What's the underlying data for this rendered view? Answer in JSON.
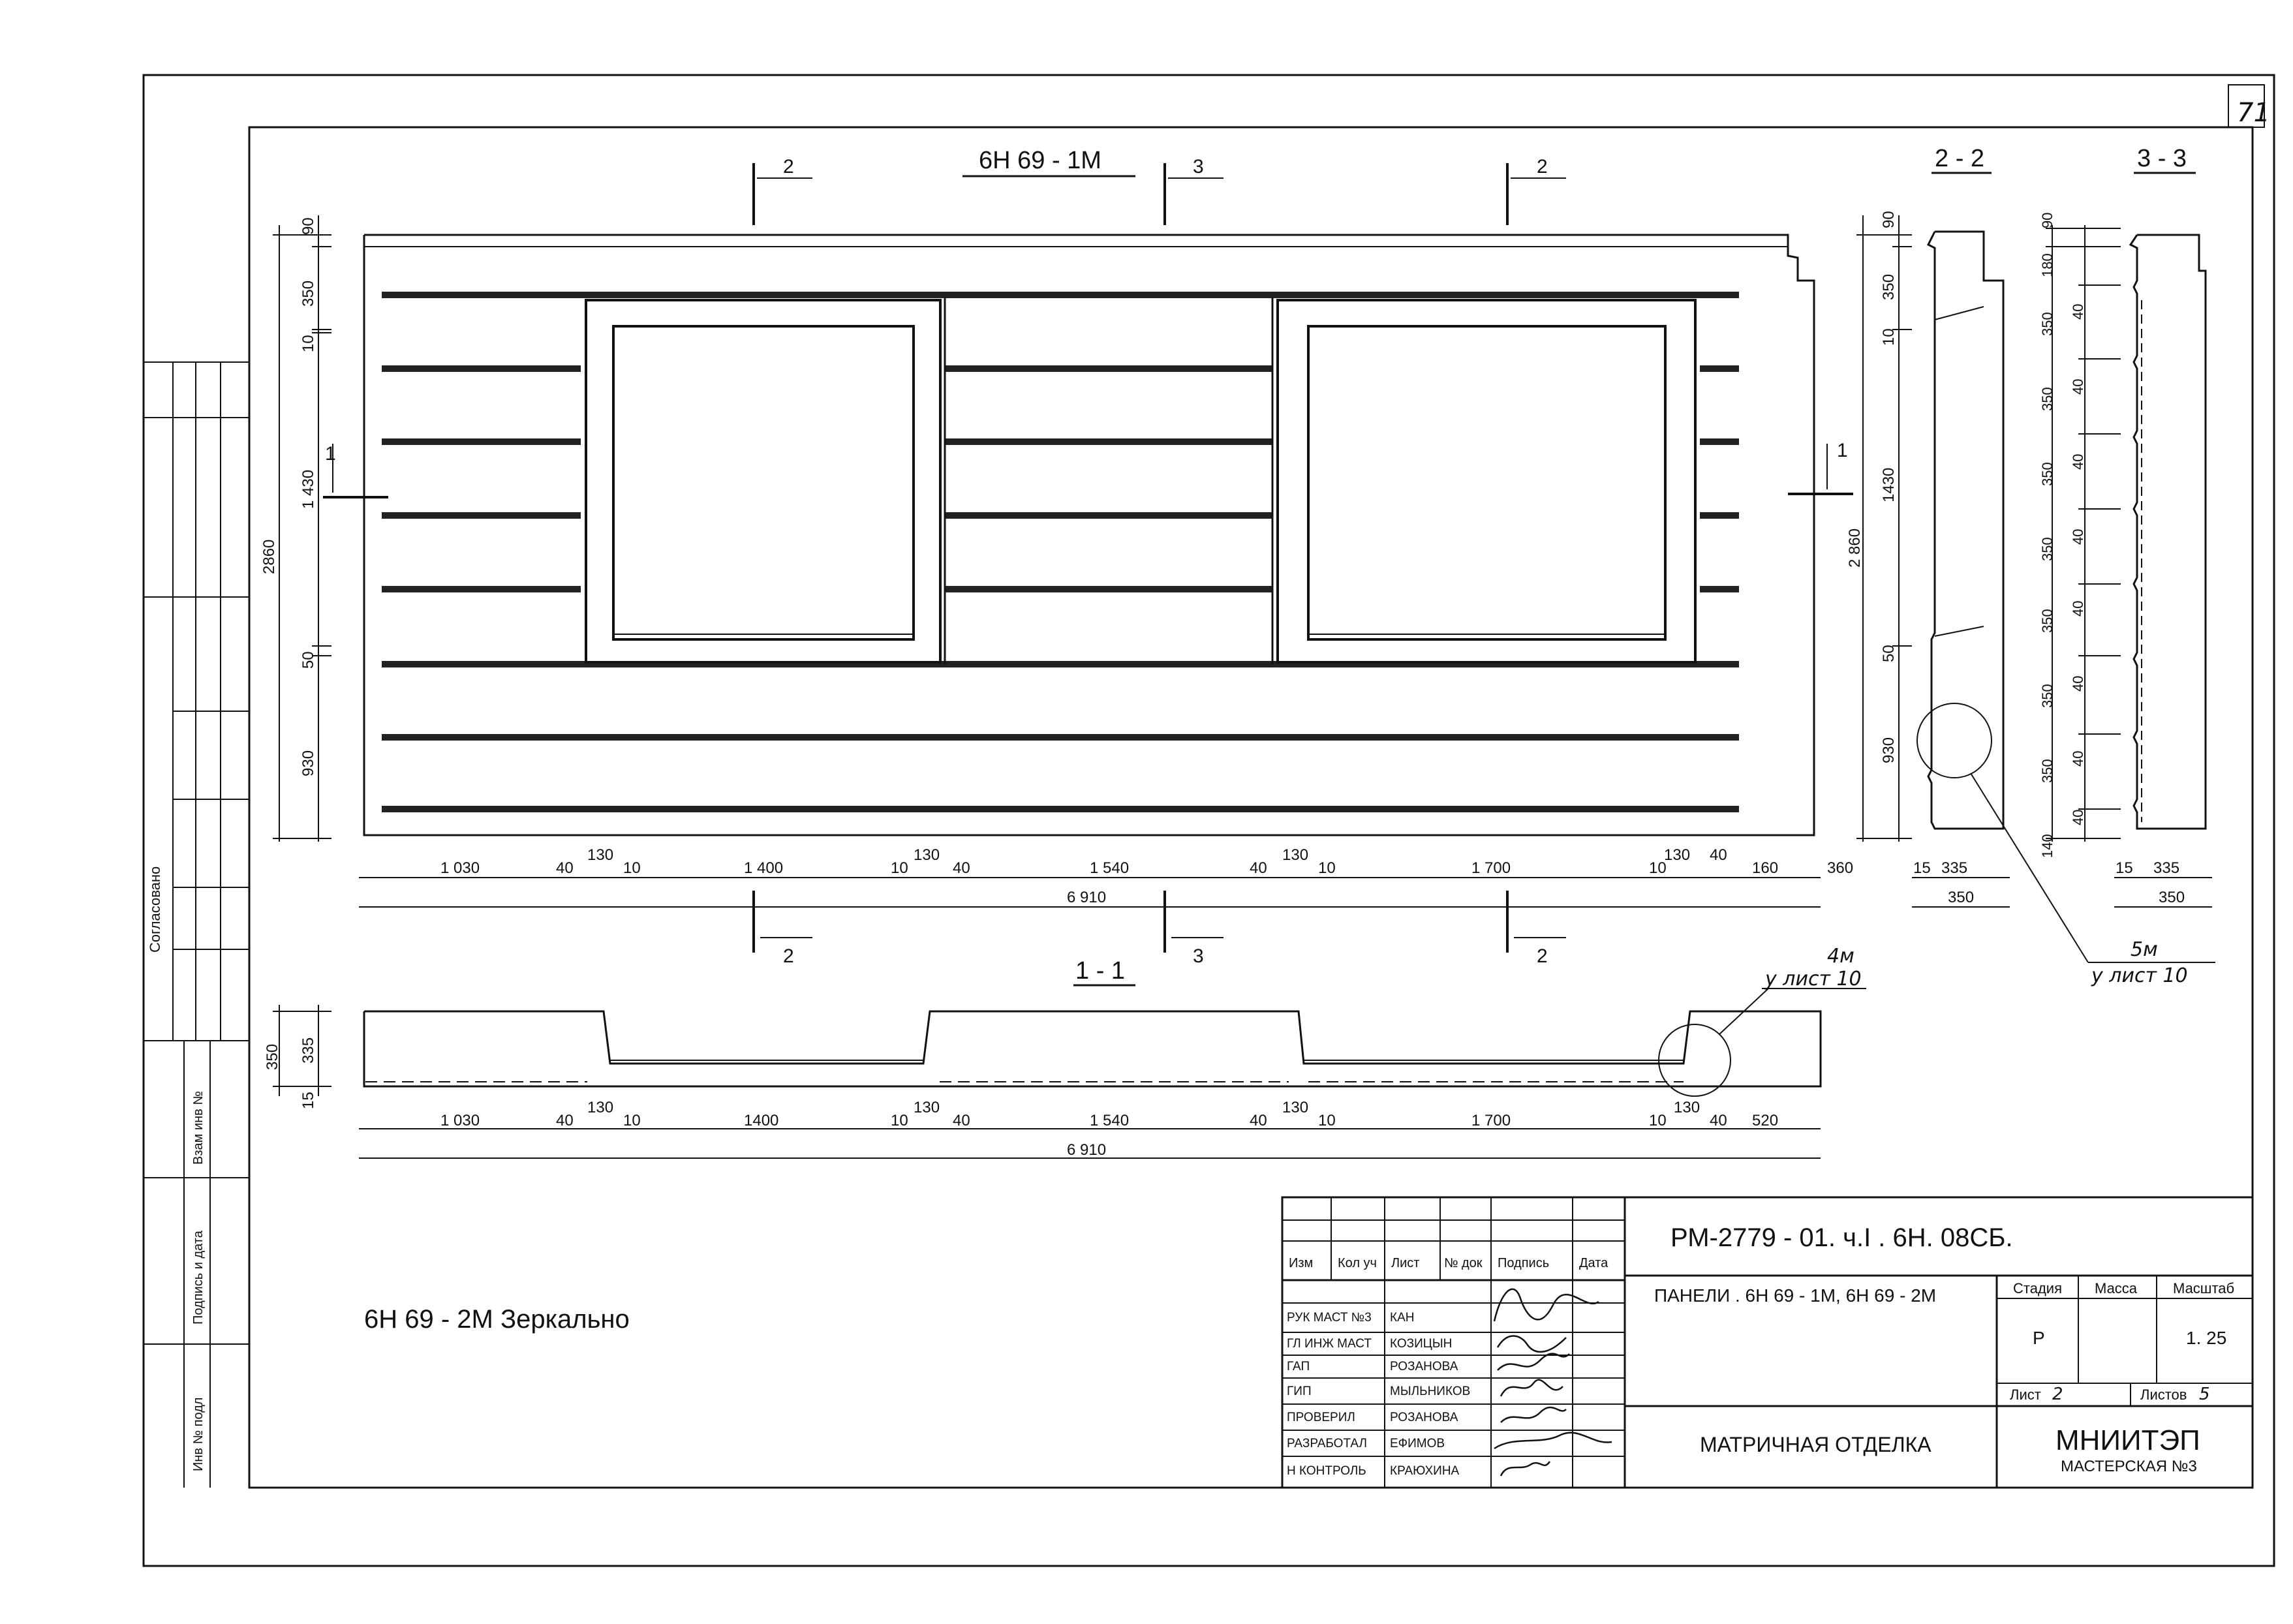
{
  "sheet_corner": "71",
  "main_view": {
    "title": "6Н 69 - 1М",
    "mirror_note": "6Н 69 - 2М  Зеркально"
  },
  "section_marks": {
    "s1": "1",
    "s2": "2",
    "s3": "3"
  },
  "section_titles": {
    "s11": "1 - 1",
    "s22": "2 - 2",
    "s33": "3 - 3"
  },
  "left_dims": {
    "d90": "90",
    "d350": "350",
    "d10": "10",
    "d1430": "1 430",
    "d50": "50",
    "d930": "930",
    "total": "2860"
  },
  "bottom_dims": {
    "row1": [
      "1 030",
      "40",
      "130",
      "10",
      "1 400",
      "10",
      "130",
      "40",
      "1 540",
      "40",
      "130",
      "10",
      "1 700",
      "10",
      "130",
      "40",
      "160",
      "360"
    ],
    "total": "6 910"
  },
  "section11": {
    "left_dims": {
      "d350": "350",
      "d335": "335",
      "d15": "15"
    },
    "row": [
      "1 030",
      "40",
      "130",
      "10",
      "1400",
      "10",
      "130",
      "40",
      "1 540",
      "40",
      "130",
      "10",
      "1 700",
      "10",
      "130",
      "40",
      "520"
    ],
    "total": "6 910",
    "callout": {
      "mark": "4м",
      "sheet": "у лист 10"
    }
  },
  "section22": {
    "dims": {
      "d90": "90",
      "d350": "350",
      "d10": "10",
      "d1430": "1430",
      "d50": "50",
      "d930": "930",
      "total": "2 860"
    },
    "bottom": {
      "d15": "15",
      "d335": "335",
      "d350": "350"
    },
    "callout": {
      "mark": "5м",
      "sheet": "у лист 10"
    }
  },
  "section33": {
    "dims": {
      "d90": "90",
      "d180": "180",
      "d350": "350",
      "d40": "40",
      "d140": "140"
    },
    "bottom": {
      "d15": "15",
      "d335": "335",
      "d350": "350"
    }
  },
  "left_strip": {
    "approved": "Согласовано",
    "inv_replace": "Взам инв №",
    "sign_date": "Подпись и дата",
    "inv_orig": "Инв № подл"
  },
  "title_block": {
    "code": "РМ-2779 - 01. ч.I . 6Н. 08СБ.",
    "headers": [
      "Изм",
      "Кол уч",
      "Лист",
      "№ док",
      "Подпись",
      "Дата"
    ],
    "roles": [
      {
        "role": "РУК МАСТ №3",
        "name": "КАН"
      },
      {
        "role": "ГЛ ИНЖ МАСТ",
        "name": "КОЗИЦЫН"
      },
      {
        "role": "ГАП",
        "name": "РОЗАНОВА"
      },
      {
        "role": "ГИП",
        "name": "МЫЛЬНИКОВ"
      },
      {
        "role": "ПРОВЕРИЛ",
        "name": "РОЗАНОВА"
      },
      {
        "role": "РАЗРАБОТАЛ",
        "name": "ЕФИМОВ"
      },
      {
        "role": "Н КОНТРОЛЬ",
        "name": "КРАЮХИНА"
      }
    ],
    "name_top": "ПАНЕЛИ .  6Н 69 - 1М, 6Н 69 - 2М",
    "name_bottom": "МАТРИЧНАЯ  ОТДЕЛКА",
    "stage_label": "Стадия",
    "mass_label": "Масса",
    "scale_label": "Масштаб",
    "stage": "Р",
    "scale": "1. 25",
    "sheet_label": "Лист",
    "sheet": "2",
    "sheets_label": "Листов",
    "sheets": "5",
    "org": "МНИИТЭП",
    "org_sub": "МАСТЕРСКАЯ №3"
  }
}
